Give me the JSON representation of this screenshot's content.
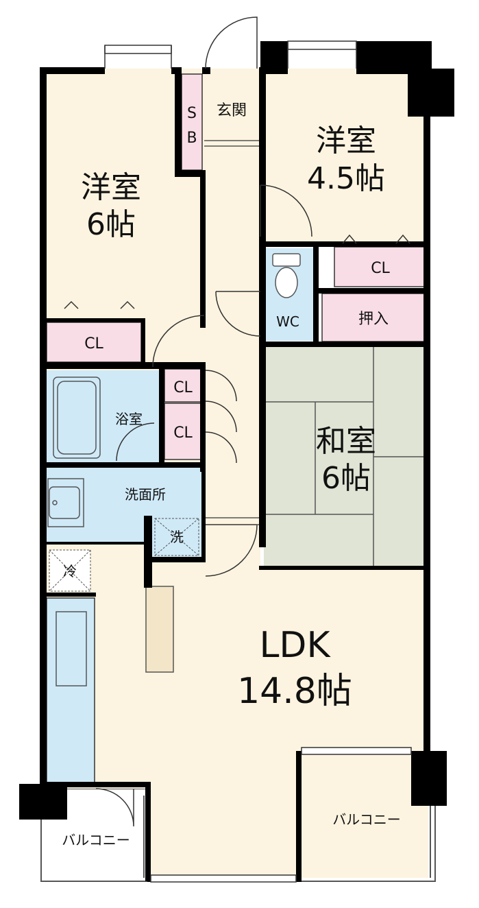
{
  "rooms": {
    "western_left": {
      "name": "洋室",
      "size": "6帖"
    },
    "western_right": {
      "name": "洋室",
      "size": "4.5帖"
    },
    "japanese": {
      "name": "和室",
      "size": "6帖"
    },
    "ldk": {
      "name": "LDK",
      "size": "14.8帖"
    }
  },
  "labels": {
    "shoe_box_s": "S",
    "shoe_box_b": "B",
    "entrance": "玄関",
    "closet": "CL",
    "oshiire": "押入",
    "wc": "WC",
    "bath": "浴室",
    "washroom": "洗面所",
    "washer": "洗",
    "fridge": "冷",
    "balcony": "バルコニー"
  },
  "colors": {
    "floor": "#fcf4e0",
    "wall": "#000000",
    "closet": "#f9dde6",
    "water": "#cfe9f7",
    "tatami": "#dfe4d5",
    "balcony": "#ffffff"
  }
}
